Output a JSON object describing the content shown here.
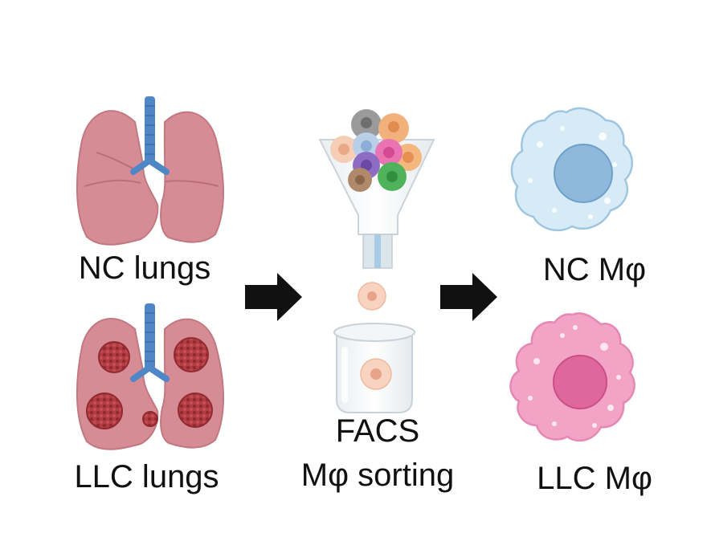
{
  "labels": {
    "nc_lungs": "NC lungs",
    "llc_lungs": "LLC lungs",
    "facs": "FACS",
    "sorting": "Mφ sorting",
    "nc_macrophage": "NC Mφ",
    "llc_macrophage": "LLC Mφ"
  },
  "colors": {
    "lung": "#d58c94",
    "lung_dark": "#c27880",
    "trachea": "#4f86c6",
    "tumor": "#a8343a",
    "nc_macrophage": "#d6ebf6",
    "nc_nucleus": "#8fb9dc",
    "llc_macrophage": "#f2a3c6",
    "llc_nucleus": "#e0679b",
    "arrow": "#111111"
  }
}
